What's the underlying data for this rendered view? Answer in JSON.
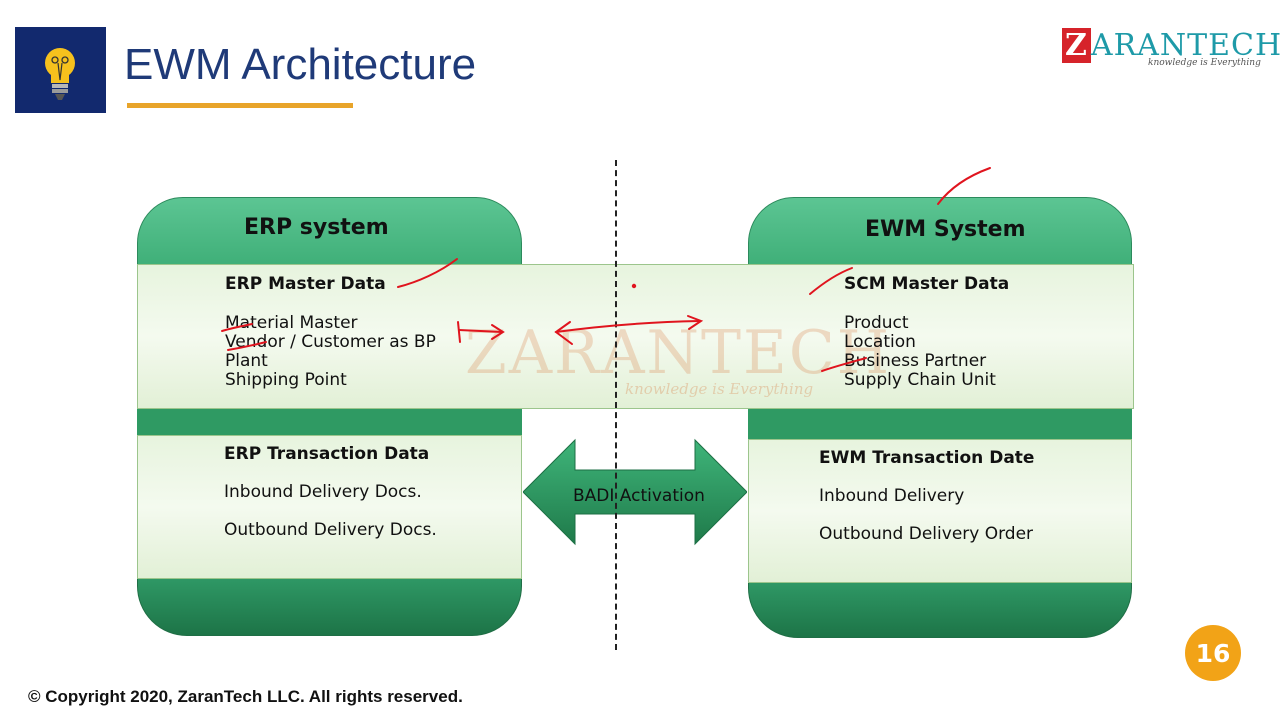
{
  "slide": {
    "title": "EWM Architecture",
    "page_number": "16",
    "copyright": "© Copyright 2020, ZaranTech LLC. All rights reserved."
  },
  "brand": {
    "initial": "Z",
    "word": "ARANTECH",
    "tagline": "knowledge is Everything",
    "watermark_word": "ZARANTECH",
    "watermark_tagline": "knowledge is Everything"
  },
  "erp": {
    "system_title": "ERP system",
    "master_title": "ERP Master Data",
    "master_items": [
      "Material Master",
      "Vendor / Customer as BP",
      "Plant",
      "Shipping Point"
    ],
    "transaction_title": "ERP Transaction Data",
    "transaction_items": [
      "Inbound Delivery Docs.",
      "Outbound Delivery Docs."
    ]
  },
  "ewm": {
    "system_title": "EWM System",
    "master_title": "SCM Master Data",
    "master_items": [
      "Product",
      "Location",
      "Business Partner",
      "Supply Chain Unit"
    ],
    "transaction_title": "EWM Transaction Date",
    "transaction_items": [
      "Inbound Delivery",
      "Outbound Delivery Order"
    ]
  },
  "connector": {
    "label": "BADI Activation"
  },
  "colors": {
    "title_blue": "#1f3a78",
    "accent_orange": "#e8a42a",
    "panel_green": "#3faf78",
    "annotation_red": "#e0141e",
    "badge_orange": "#f2a317"
  },
  "icons": {
    "header_icon": "lightbulb-icon"
  }
}
